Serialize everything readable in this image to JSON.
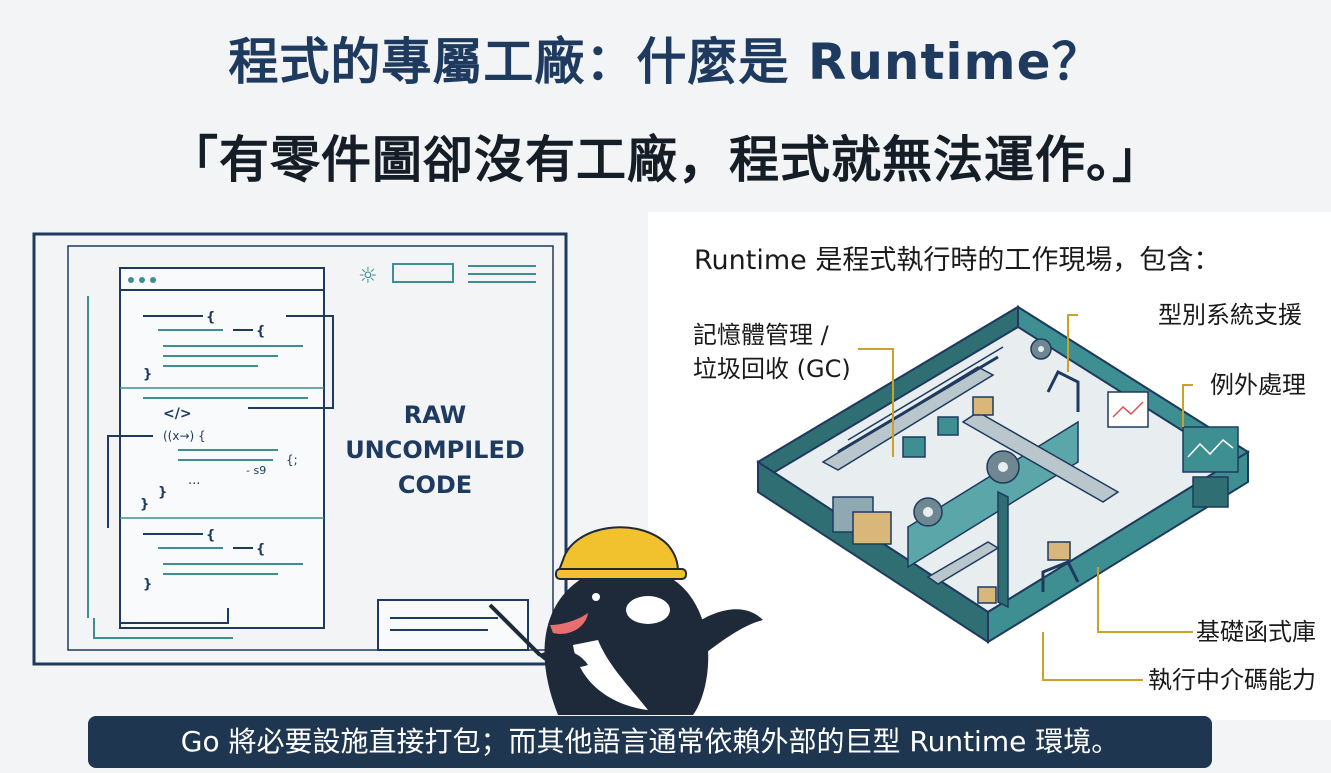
{
  "header": {
    "title": "程式的專屬工廠：什麼是 Runtime？",
    "subtitle": "「有零件圖卻沒有工廠，程式就無法運作。」"
  },
  "code_panel": {
    "label_lines": [
      "RAW",
      "UNCOMPILED",
      "CODE"
    ],
    "snippet_tag": "</>",
    "snippet_fn": "((x→) {",
    "snippet_dots": "...",
    "snippet_end": "- s9"
  },
  "factory_panel": {
    "heading": "Runtime 是程式執行時的工作現場，包含：",
    "callouts": {
      "memory_line1": "記憶體管理 /",
      "memory_line2": "垃圾回收 (GC)",
      "type_system": "型別系統支援",
      "exceptions": "例外處理",
      "stdlib": "基礎函式庫",
      "intermediate": "執行中介碼能力"
    },
    "accent_color": "#c9a227",
    "teal_color": "#3d8f92"
  },
  "banner": {
    "text": "Go 將必要設施直接打包；而其他語言通常依賴外部的巨型 Runtime 環境。"
  },
  "mascot": {
    "helmet_color": "#f2c12e",
    "body_color": "#1e2a3a"
  }
}
